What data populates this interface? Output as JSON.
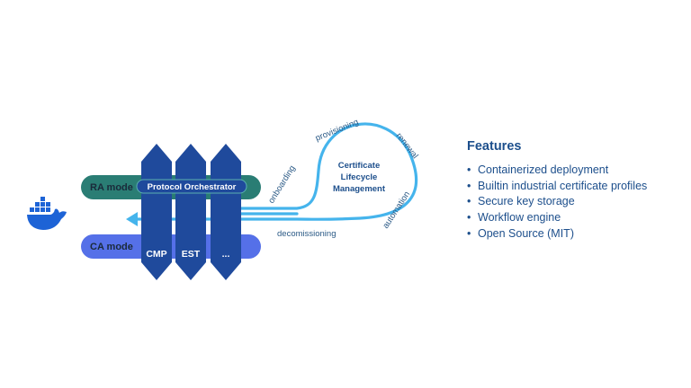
{
  "diagram": {
    "ra_mode_label": "RA mode",
    "ca_mode_label": "CA mode",
    "orchestrator_label": "Protocol Orchestrator",
    "panels": [
      "CMP",
      "EST",
      "..."
    ],
    "lifecycle": {
      "title_lines": [
        "Certificate",
        "Lifecycle",
        "Management"
      ],
      "stages": {
        "onboarding": "onboarding",
        "provisioning": "provisioning",
        "renewal": "renewal",
        "automation": "automation",
        "decomissioning": "decomissioning"
      }
    },
    "icons": [
      "docker-whale-icon",
      "arrow-left-icon"
    ]
  },
  "features": {
    "title": "Features",
    "items": [
      "Containerized deployment",
      "Builtin industrial certificate profiles",
      "Secure key storage",
      "Workflow engine",
      "Open Source (MIT)"
    ]
  },
  "colors": {
    "ra_bar": "#2a7d74",
    "ca_bar": "#5570e8",
    "panel": "#1f4a9c",
    "loop": "#45b4ec",
    "text_dark": "#1d4f8c",
    "docker": "#1d63d6"
  }
}
